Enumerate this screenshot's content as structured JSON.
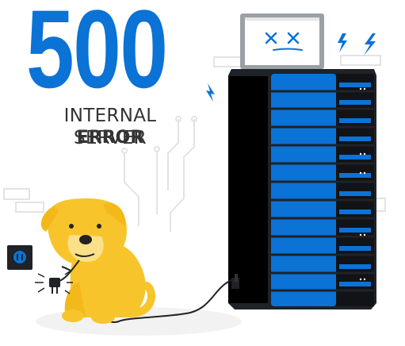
{
  "error": {
    "code": "500",
    "message_line1": "INTERNAL SERVER",
    "message_line2": "ERROR"
  },
  "colors": {
    "accent_blue": "#0B72D6",
    "server_dark": "#1F2226",
    "dog_yellow": "#F7C52B",
    "text_dark": "#333333"
  },
  "icons": [
    "server-rack-icon",
    "monitor-x-eyes-icon",
    "lightning-icon",
    "wall-socket-icon",
    "power-plug-icon",
    "dog-illustration"
  ]
}
